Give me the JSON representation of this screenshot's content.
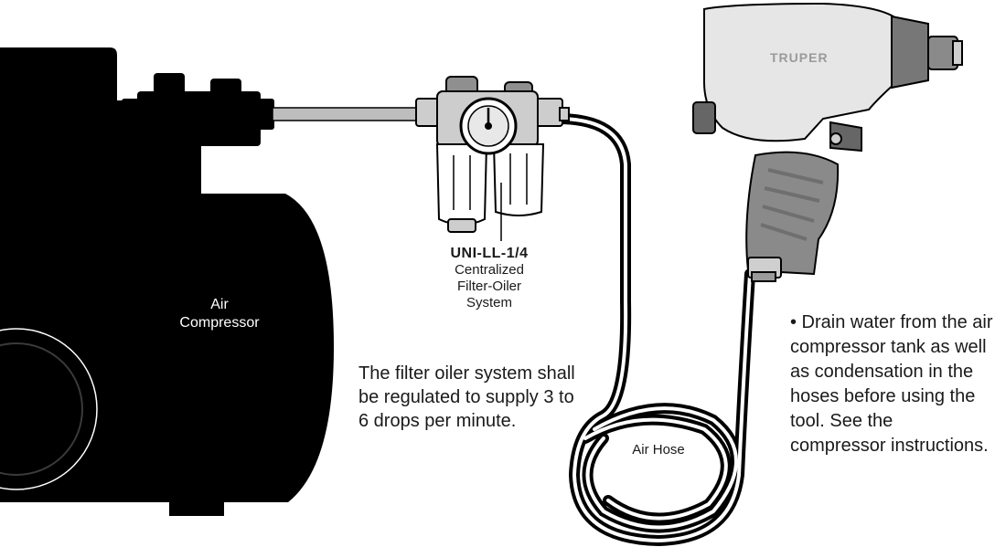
{
  "compressor": {
    "label_line1": "Air",
    "label_line2": "Compressor"
  },
  "filter_oiler": {
    "model": "UNI-LL-1/4",
    "line1": "Centralized",
    "line2": "Filter-Oiler",
    "line3": "System"
  },
  "filter_note": "The filter oiler system shall be regulated to supply 3 to 6 drops per minute.",
  "hose": {
    "label": "Air Hose"
  },
  "tool": {
    "brand": "TRUPER"
  },
  "drain_note": "• Drain water from the air compressor tank as well as condensation in the hoses before using the tool. See the compressor instructions.",
  "colors": {
    "compressor": "#000000",
    "metal": "#cdcdcd",
    "tool_body": "#e6e6e6",
    "grip": "#8a8a8a",
    "hose": "#000000"
  }
}
